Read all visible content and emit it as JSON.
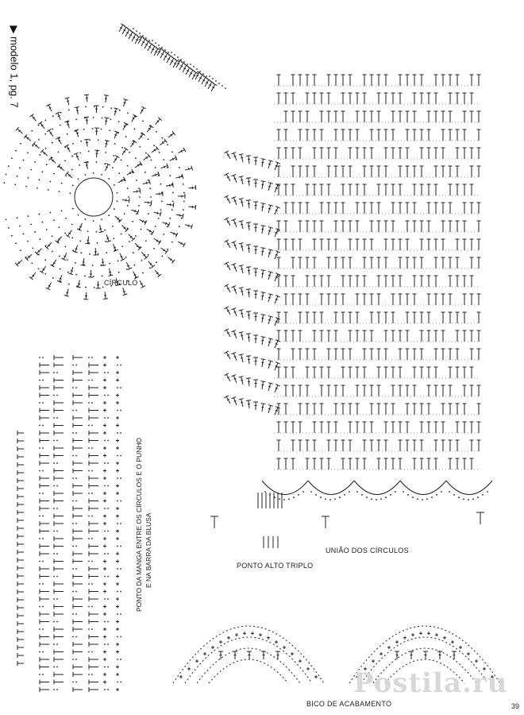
{
  "header": {
    "model_label": "▶ modelo 1, pg. 7"
  },
  "labels": {
    "circle": "CÍRCULO",
    "sleeve_stitch_line1": "PONTO DA MANGA ENTRE OS CÍRCULOS E O PUNHO",
    "sleeve_stitch_line2": "E NA BARRA DA BLUSA",
    "triple": "PONTO ALTO TRIPLO",
    "union": "UNIÃO DOS CÍRCULOS",
    "edging": "BICO DE ACABAMENTO"
  },
  "footer": {
    "page_number": "39"
  },
  "watermark": {
    "text": "Postila.ru"
  }
}
